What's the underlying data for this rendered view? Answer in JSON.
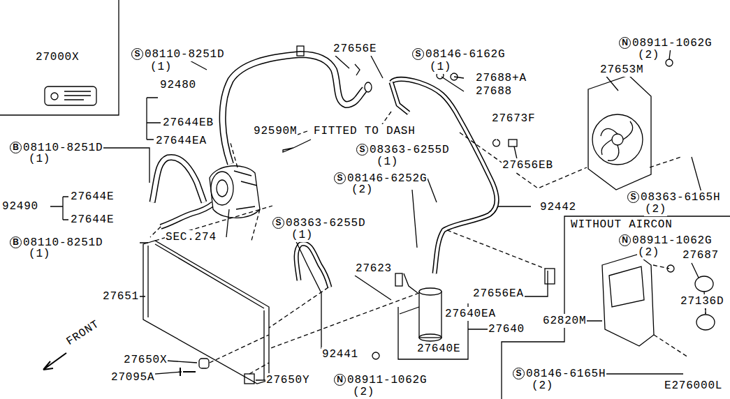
{
  "diagram": {
    "nodes": [
      {
        "text": [
          "27000X"
        ]
      },
      {
        "text": [
          "WITHOUT AIRCON"
        ]
      }
    ],
    "labels": [
      "S",
      "08110-8251D",
      "(1)",
      "92480",
      "27644EB",
      "27644EA",
      "92590M",
      "FITTED TO DASH",
      "27656E",
      "S",
      "08146-6162G",
      "(1)",
      "27688+A",
      "27688",
      "N",
      "08911-1062G",
      "(2)",
      "27653M",
      "27673F",
      "S",
      "08363-6255D",
      "(1)",
      "27656EB",
      "S",
      "08146-6252G",
      "(2)",
      "S",
      "08363-6165H",
      "(2)",
      "92442",
      "B",
      "08110-8251D",
      "(1)",
      "27644E",
      "92490",
      "27644E",
      "B",
      "08110-8251D",
      "(1)",
      "SEC.274",
      "S",
      "08363-6255D",
      "(1)",
      "N",
      "08911-1062G",
      "(2)",
      "27687",
      "27623",
      "27651",
      "27656EA",
      "27136D",
      "27640EA",
      "62820M",
      "27640",
      "92441",
      "27640E",
      "FRONT",
      "27650X",
      "27095A",
      "27650Y",
      "N",
      "08911-1062G",
      "(2)",
      "S",
      "08146-6165H",
      "(2)",
      "E276000L"
    ]
  }
}
